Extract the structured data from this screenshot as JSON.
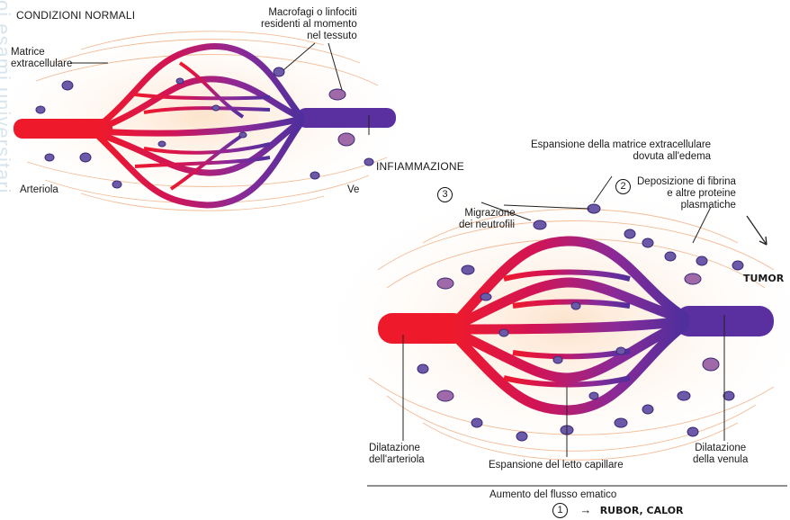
{
  "watermark": "oi esami universitari",
  "normal": {
    "title": "CONDIZIONI NORMALI",
    "matrix_label": "Matrice\nextracellulare",
    "macrophage_label": "Macrofagi o linfociti\nresidenti al momento\nnel tessuto",
    "arteriole_label": "Arteriola",
    "venule_label": "Ve"
  },
  "inflamed": {
    "title": "INFIAMMAZIONE",
    "step3_num": "3",
    "step3_label": "Migrazione\ndei neutrofili",
    "matrix_expansion": "Espansione della matrice extracellulare\ndovuta all'edema",
    "step2_num": "2",
    "step2_label": "Deposizione di fibrina\ne altre proteine\nplasmatiche",
    "tumor": "TUMOR",
    "arteriole_dilation": "Dilatazione\ndell'arteriola",
    "capillary_expansion": "Espansione del letto capillare",
    "venule_dilation": "Dilatazione\ndella venula"
  },
  "footer": {
    "flow": "Aumento del flusso ematico",
    "step1_num": "1",
    "arrow": "→",
    "result": "RUBOR, CALOR"
  },
  "colors": {
    "arterial": "#e8142e",
    "venous": "#5a2fa0",
    "tissue": "#f7c9a0",
    "cell": "#6c5aa8",
    "watermark": "#b7cfdf"
  }
}
